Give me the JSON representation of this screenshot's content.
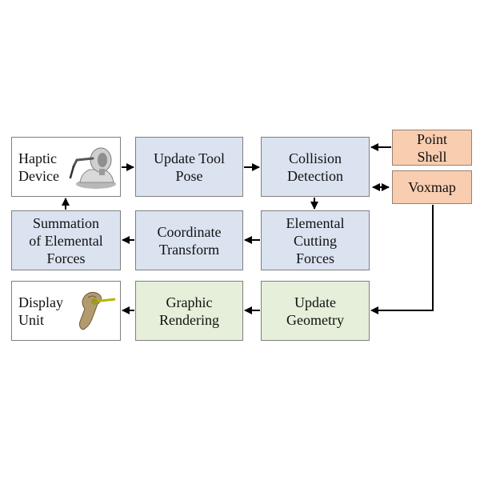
{
  "colors": {
    "process_fill": "#dbe3f1",
    "render_fill": "#e5efd9",
    "data_fill": "#f9cdb0",
    "border": "#7f7f7f",
    "arrow": "#000000"
  },
  "nodes": {
    "haptic_device": "Haptic\nDevice",
    "update_tool_pose": "Update Tool\nPose",
    "collision_detection": "Collision\nDetection",
    "point_shell": "Point\nShell",
    "voxmap": "Voxmap",
    "summation": "Summation\nof Elemental\nForces",
    "coordinate_transform": "Coordinate\nTransform",
    "elemental_cutting_forces": "Elemental\nCutting\nForces",
    "display_unit": "Display\nUnit",
    "graphic_rendering": "Graphic\nRendering",
    "update_geometry": "Update\nGeometry"
  },
  "icons": {
    "haptic": "haptic-device-icon",
    "display": "bone-model-icon"
  }
}
